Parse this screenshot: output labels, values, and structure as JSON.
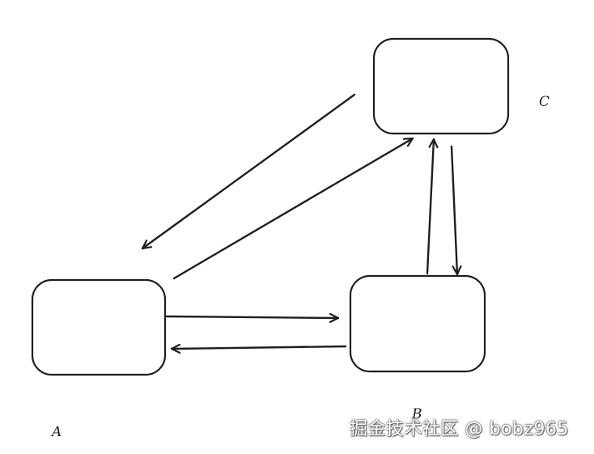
{
  "nodes": [
    {
      "id": "A",
      "label": "A"
    },
    {
      "id": "B",
      "label": "B"
    },
    {
      "id": "C",
      "label": "C"
    }
  ],
  "edges": [
    {
      "from": "C",
      "to": "A"
    },
    {
      "from": "A",
      "to": "C"
    },
    {
      "from": "A",
      "to": "B"
    },
    {
      "from": "B",
      "to": "A"
    },
    {
      "from": "B",
      "to": "C"
    },
    {
      "from": "C",
      "to": "B"
    }
  ],
  "colors": {
    "stroke": "#1e1e1e",
    "background": "#ffffff"
  },
  "watermark": "掘金技术社区 @ bobz965"
}
